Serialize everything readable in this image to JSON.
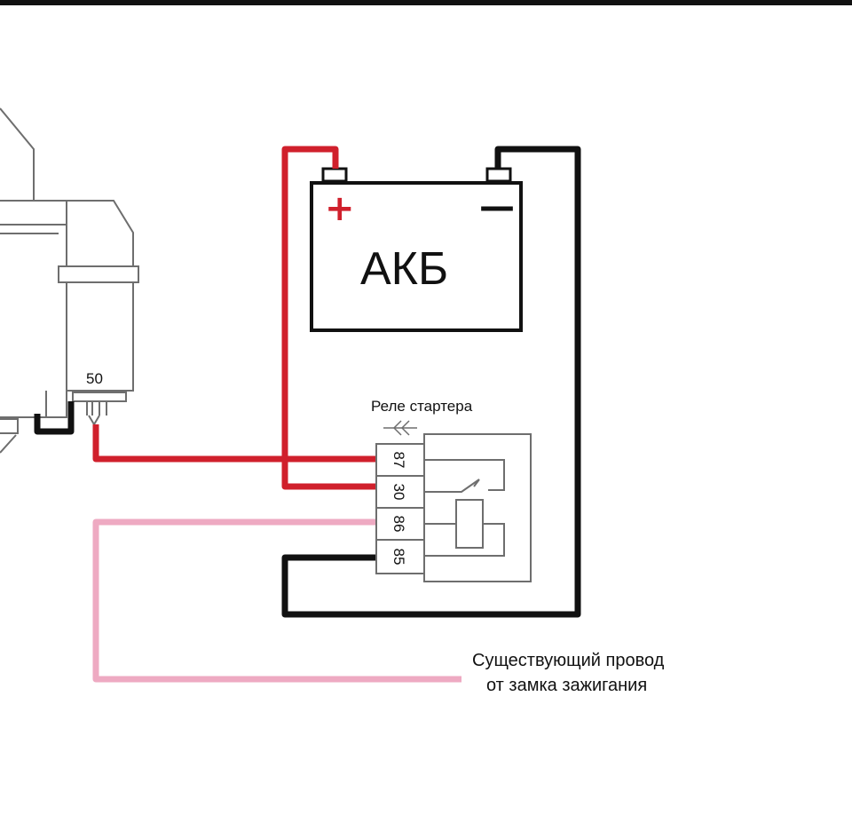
{
  "battery": {
    "label": "АКБ",
    "plus_sign": "+",
    "minus_sign": "—"
  },
  "starter": {
    "terminal_label": "50"
  },
  "relay": {
    "title": "Реле стартера",
    "pins": [
      "87",
      "30",
      "86",
      "85"
    ]
  },
  "note": {
    "line1": "Существующий провод",
    "line2": "от замка зажигания"
  },
  "colors": {
    "positive_wire": "#d0202c",
    "ground_wire": "#111111",
    "ignition_wire": "#eeaac2",
    "outline": "#6e6e6e",
    "top_border": "#111111"
  }
}
